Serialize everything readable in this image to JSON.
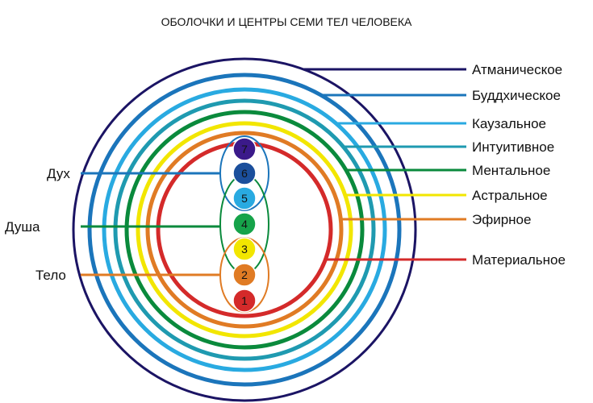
{
  "title": "ОБОЛОЧКИ И ЦЕНТРЫ СЕМИ ТЕЛ ЧЕЛОВЕКА",
  "bodies": [
    {
      "name": "Атманическое",
      "color": "#1b1464"
    },
    {
      "name": "Буддхическое",
      "color": "#1b75bb"
    },
    {
      "name": "Каузальное",
      "color": "#29aae1"
    },
    {
      "name": "Интуитивное",
      "color": "#1f9ab0"
    },
    {
      "name": "Ментальное",
      "color": "#0a8a3c"
    },
    {
      "name": "Астральное",
      "color": "#f2e600"
    },
    {
      "name": "Эфирное",
      "color": "#e07b24"
    },
    {
      "name": "Материальное",
      "color": "#d42a2a"
    }
  ],
  "groups": [
    {
      "name": "Дух",
      "color": "#1b75bb"
    },
    {
      "name": "Душа",
      "color": "#0a8a3c"
    },
    {
      "name": "Тело",
      "color": "#e07b24"
    }
  ],
  "chakras": [
    {
      "number": "7",
      "color": "#3b1a8a"
    },
    {
      "number": "6",
      "color": "#1b4f9c"
    },
    {
      "number": "5",
      "color": "#29aae1"
    },
    {
      "number": "4",
      "color": "#16a34a"
    },
    {
      "number": "3",
      "color": "#f2e600"
    },
    {
      "number": "2",
      "color": "#e07b24"
    },
    {
      "number": "1",
      "color": "#d42a2a"
    }
  ]
}
